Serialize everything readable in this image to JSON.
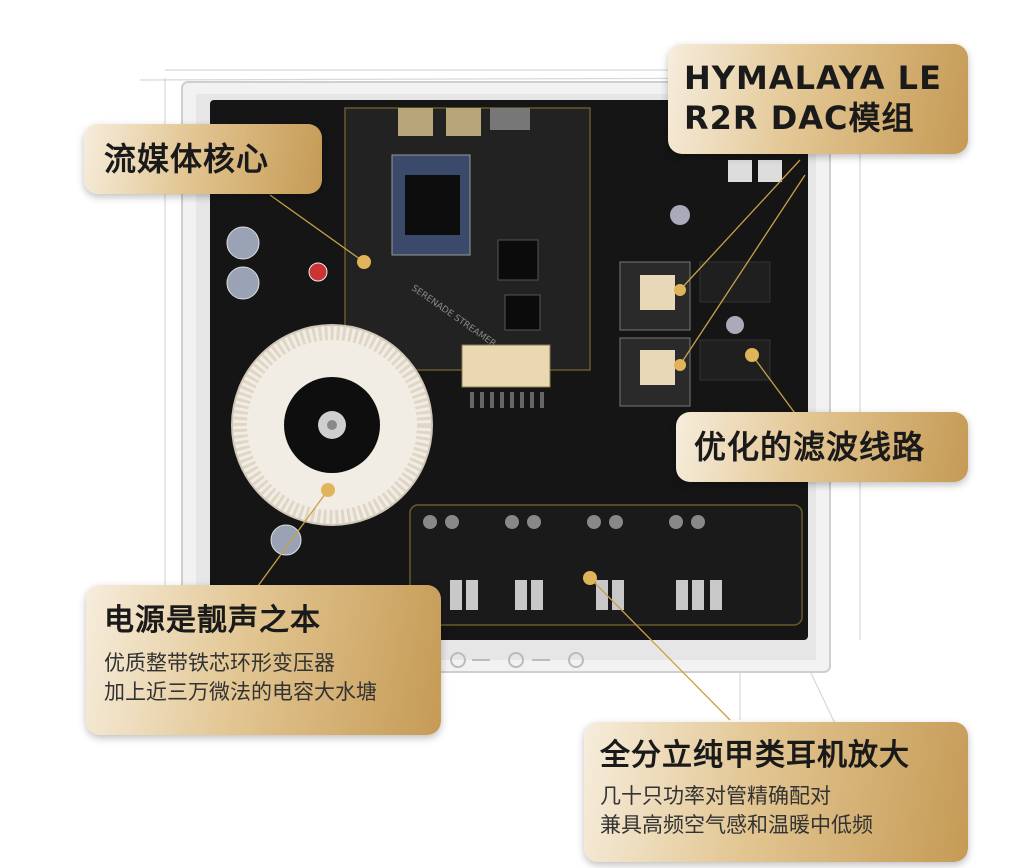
{
  "callouts": {
    "dac": {
      "title_line1": "HYMALAYA LE",
      "title_line2": "R2R DAC模组"
    },
    "streaming": {
      "title": "流媒体核心"
    },
    "filter": {
      "title": "优化的滤波线路"
    },
    "power": {
      "title": "电源是靓声之本",
      "line1": "优质整带铁芯环形变压器",
      "line2": "加上近三万微法的电容大水塘"
    },
    "amp": {
      "title": "全分立纯甲类耳机放大",
      "line1": "几十只功率对管精确配对",
      "line2": "兼具高频空气感和温暖中低频"
    }
  },
  "board": {
    "silkscreen_label": "SERENADE STREAMER"
  },
  "colors": {
    "pcb": "#151515",
    "chassis": "#f2f2f2",
    "accent_gold": "#d4a64a",
    "callout_dark": "#c59a55",
    "callout_light": "#f6eddc"
  }
}
